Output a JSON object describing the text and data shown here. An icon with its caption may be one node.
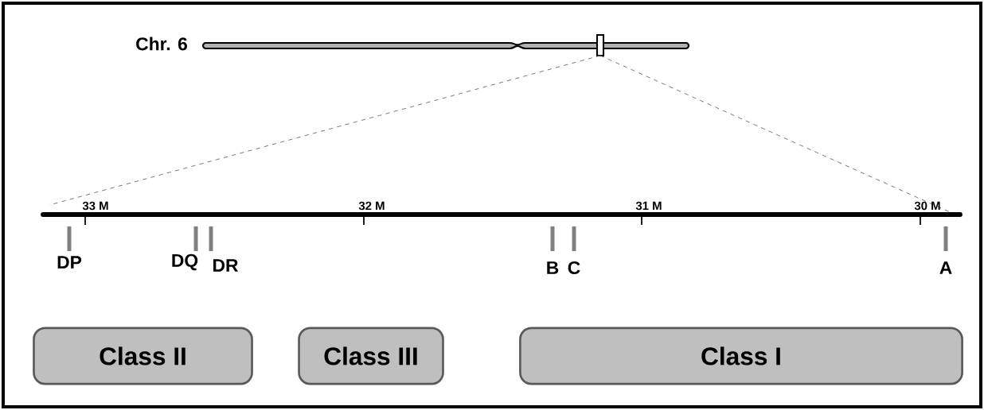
{
  "diagram": {
    "nodes": [
      {
        "text": [
          "Class II"
        ]
      },
      {
        "text": [
          "Class III"
        ]
      },
      {
        "text": [
          "Class I"
        ]
      }
    ],
    "labels": [
      "Chr. 6",
      "33 M",
      "32 M",
      "31 M",
      "30 M",
      "DP",
      "DQ",
      "DR",
      "B",
      "C",
      "A"
    ]
  }
}
